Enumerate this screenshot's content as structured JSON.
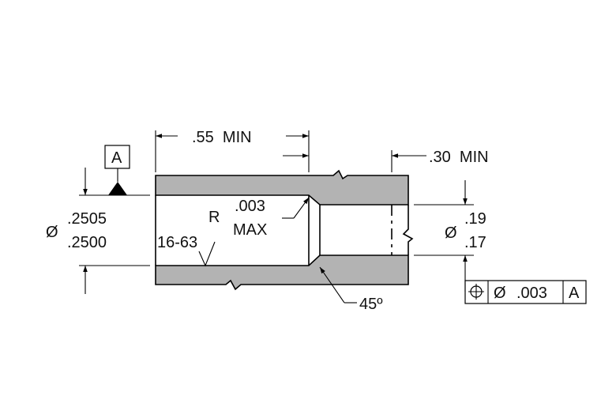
{
  "colors": {
    "section_fill": "#b3b3b3",
    "line": "#000000",
    "background": "#ffffff"
  },
  "datum_label": "A",
  "length_55": ".55  MIN",
  "length_30": ".30  MIN",
  "dia_symbol": "Ø",
  "bore_dia_upper": ".2505",
  "bore_dia_lower": ".2500",
  "small_dia_upper": ".19",
  "small_dia_lower": ".17",
  "radius_prefix": "R",
  "radius_value": ".003",
  "radius_max": "MAX",
  "finish": "16-63",
  "chamfer": "45º",
  "fcf": {
    "dia_symbol": "Ø",
    "tolerance": ".003",
    "datum": "A",
    "position_symbol": "position-icon"
  }
}
